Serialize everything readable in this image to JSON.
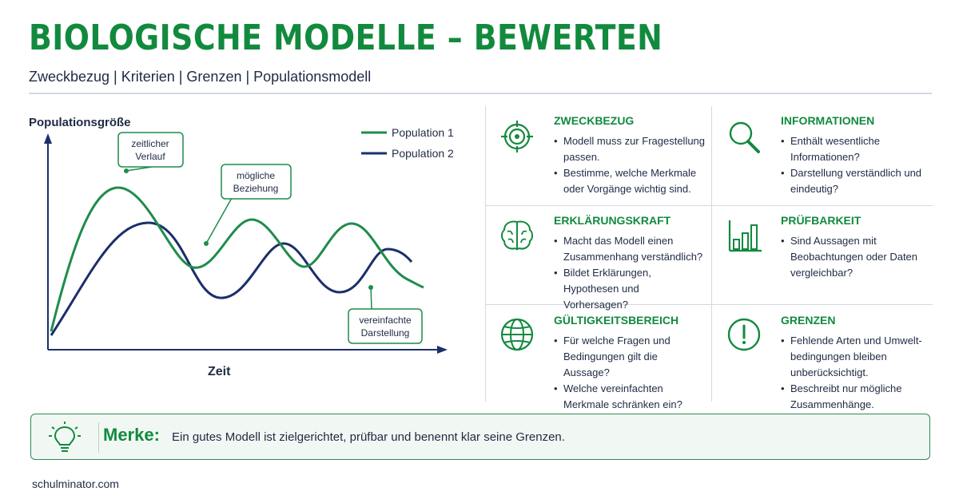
{
  "header": {
    "title": "BIOLOGISCHE MODELLE – BEWERTEN",
    "subtitle": "Zweckbezug  |  Kriterien  |  Grenzen  |  Populationsmodell"
  },
  "chart": {
    "ylabel": "Populationsgröße",
    "xlabel": "Zeit",
    "legend": [
      "Population 1",
      "Population 2"
    ],
    "annotations": {
      "verlauf": [
        "zeitlicher",
        "Verlauf"
      ],
      "beziehung": [
        "mögliche",
        "Beziehung"
      ],
      "darstellung": [
        "vereinfachte",
        "Darstellung"
      ]
    }
  },
  "criteria": [
    {
      "icon": "target-icon",
      "title": "ZWECKBEZUG",
      "points": [
        "Modell muss zur Fragestellung passen.",
        "Bestimme, welche Merkmale oder Vorgänge wichtig sind."
      ]
    },
    {
      "icon": "magnifier-icon",
      "title": "INFORMATIONEN",
      "points": [
        "Enthält wesentliche Informationen?",
        "Darstellung verständlich und eindeutig?"
      ]
    },
    {
      "icon": "brain-icon",
      "title": "ERKLÄRUNGSKRAFT",
      "points": [
        "Macht das Modell einen Zusammenhang verständlich?",
        "Bildet Erklärungen, Hypothesen und Vorhersagen?"
      ]
    },
    {
      "icon": "bar-chart-icon",
      "title": "PRÜFBARKEIT",
      "points": [
        "Sind Aussagen mit Beobachtungen oder Daten vergleichbar?"
      ]
    },
    {
      "icon": "globe-icon",
      "title": "GÜLTIGKEITSBEREICH",
      "points": [
        "Für welche Fragen und Bedingungen gilt die Aussage?",
        "Welche vereinfachten Merkmale schränken ein?"
      ]
    },
    {
      "icon": "exclamation-icon",
      "title": "GRENZEN",
      "points": [
        "Fehlende Arten und Umwelt-bedingungen bleiben unberücksichtigt.",
        "Beschreibt nur mögliche Zusammenhänge."
      ]
    }
  ],
  "merke": {
    "icon": "lightbulb-icon",
    "label": "Merke:",
    "text": "Ein gutes Modell ist zielgerichtet, prüfbar und benennt klar seine Grenzen."
  },
  "footer": {
    "site": "schulminator.com"
  },
  "colors": {
    "green": "#128a3e",
    "navy": "#1b2f6b",
    "text": "#1f2a44"
  }
}
